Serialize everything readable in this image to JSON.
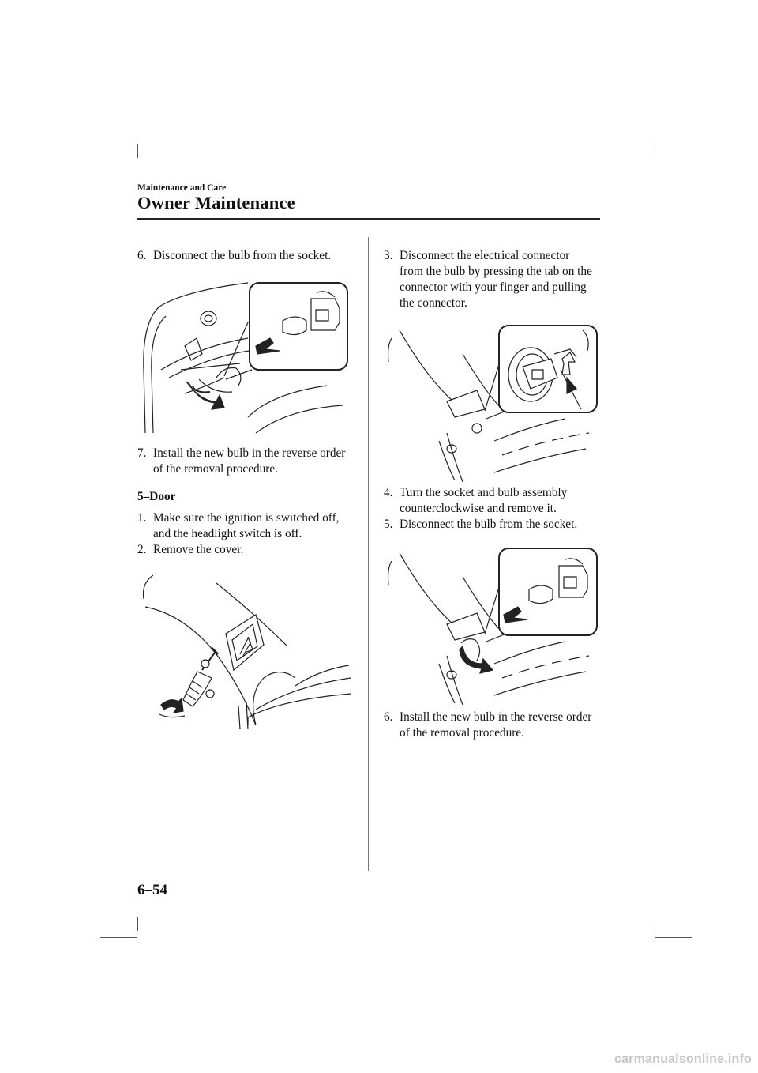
{
  "header": {
    "section": "Maintenance and Care",
    "title": "Owner Maintenance"
  },
  "left_column": {
    "step6": {
      "number": "6.",
      "line1": "Disconnect the bulb from the socket."
    },
    "step7": {
      "number": "7.",
      "line1": "Install the new bulb in the reverse order",
      "line2": "of the removal procedure."
    },
    "heading": "5–Door",
    "step1": {
      "number": "1.",
      "line1": "Make sure the ignition is switched off,",
      "line2": "and the headlight switch is off."
    },
    "step2": {
      "number": "2.",
      "line1": "Remove the cover."
    }
  },
  "right_column": {
    "step3": {
      "number": "3.",
      "line1": "Disconnect the electrical connector",
      "line2": "from the bulb by pressing the tab on the",
      "line3": "connector with your finger and pulling",
      "line4": "the connector."
    },
    "step4": {
      "number": "4.",
      "line1": "Turn the socket and bulb assembly",
      "line2": "counterclockwise and remove it."
    },
    "step5": {
      "number": "5.",
      "line1": "Disconnect the bulb from the socket."
    },
    "step6": {
      "number": "6.",
      "line1": "Install the new bulb in the reverse order",
      "line2": "of the removal procedure."
    }
  },
  "footer": {
    "page_number": "6–54",
    "watermark": "carmanualsonline.info"
  }
}
